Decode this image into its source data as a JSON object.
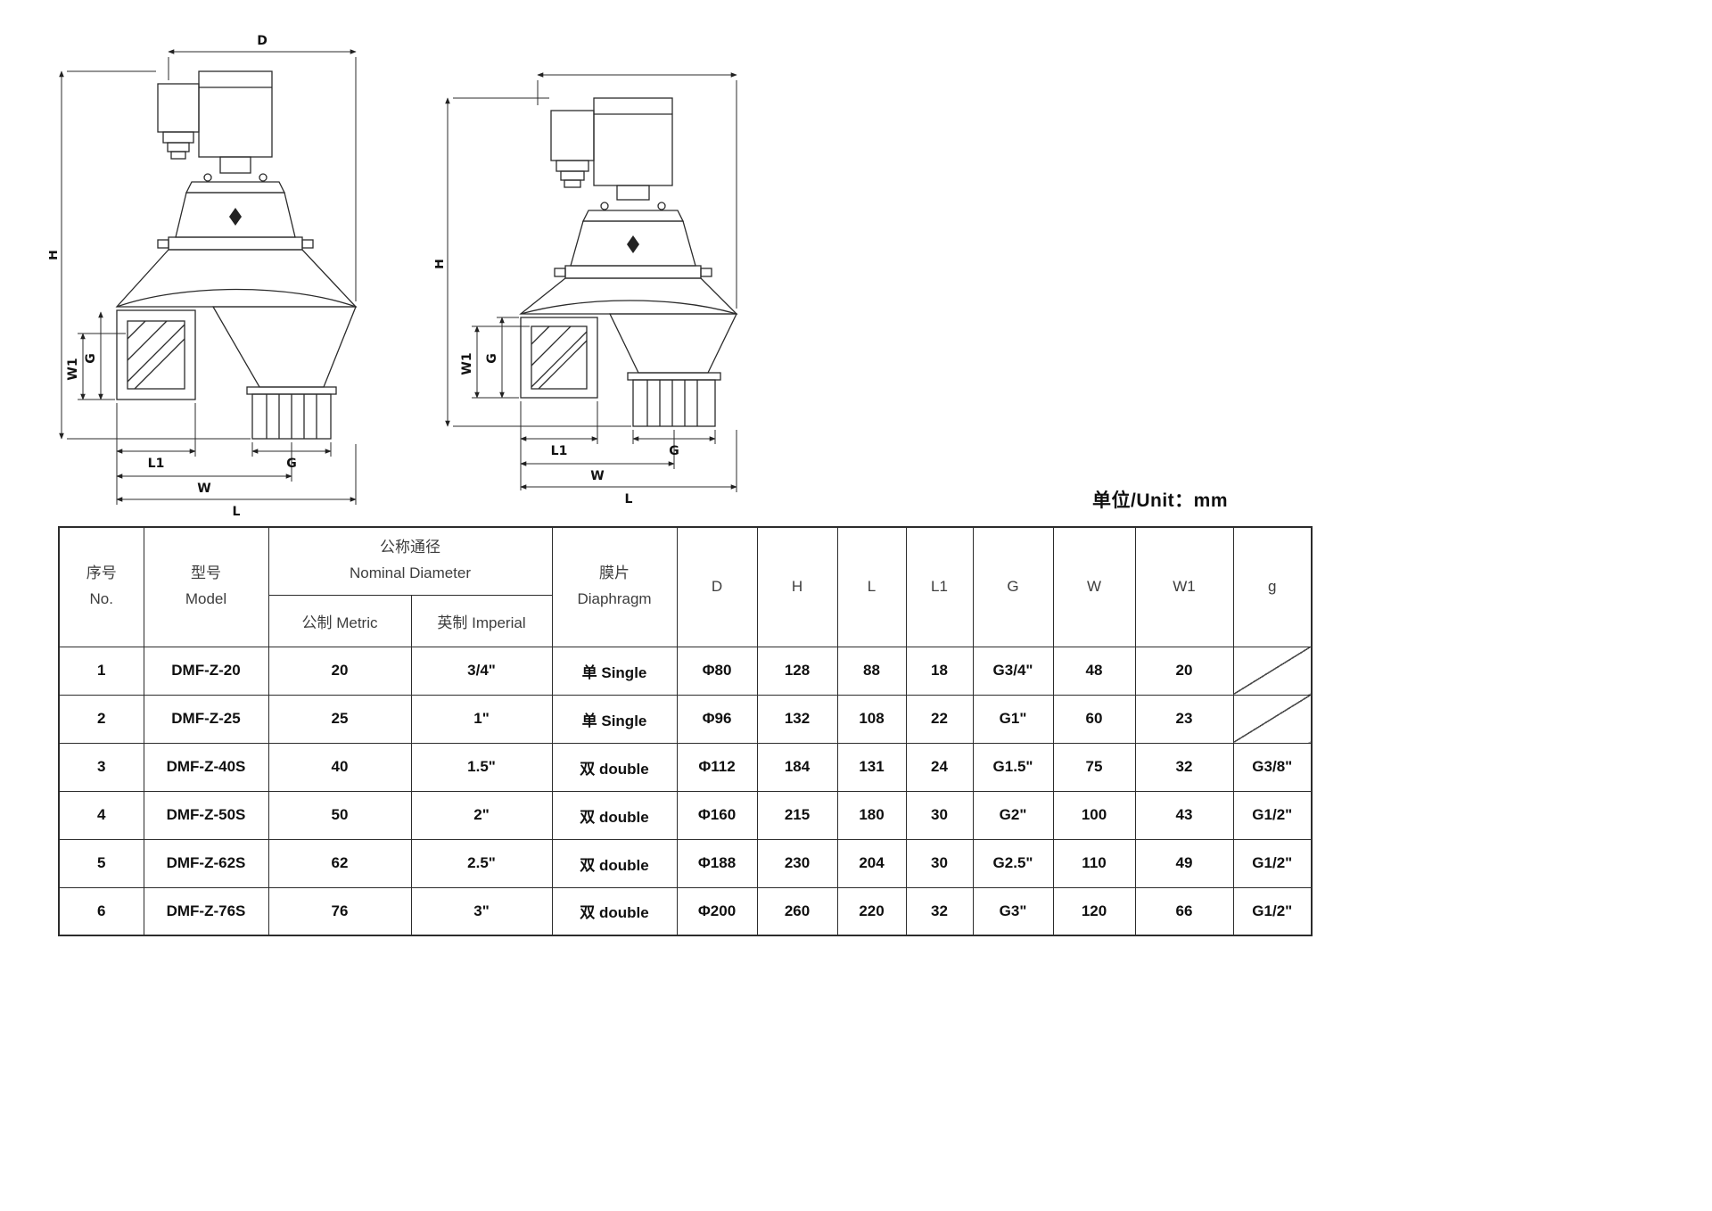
{
  "meta": {
    "unit_label": "单位/Unit：mm"
  },
  "drawings": {
    "left": {
      "d": "D",
      "h": "H",
      "g_side": "G",
      "w1_side": "W1",
      "l1": "L1",
      "g_bottom": "G",
      "w": "W",
      "l": "L"
    },
    "right": {
      "h": "H",
      "g_side": "G",
      "w1_side": "W1",
      "l1": "L1",
      "g_bottom": "G",
      "w": "W",
      "l": "L"
    }
  },
  "table": {
    "headers": {
      "no_zh": "序号",
      "no_en": "No.",
      "model_zh": "型号",
      "model_en": "Model",
      "nominal_zh": "公称通径",
      "nominal_en": "Nominal Diameter",
      "metric": "公制 Metric",
      "imperial": "英制 Imperial",
      "diaphragm_zh": "膜片",
      "diaphragm_en": "Diaphragm",
      "d": "D",
      "h": "H",
      "l": "L",
      "l1": "L1",
      "g": "G",
      "w": "W",
      "w1": "W1",
      "g_thread": "g"
    },
    "rows": [
      {
        "no": "1",
        "model": "DMF-Z-20",
        "metric": "20",
        "imperial": "3/4\"",
        "diaphragm": "单 Single",
        "d": "Φ80",
        "h": "128",
        "l": "88",
        "l1": "18",
        "g": "G3/4\"",
        "w": "48",
        "w1": "20",
        "g_thread": ""
      },
      {
        "no": "2",
        "model": "DMF-Z-25",
        "metric": "25",
        "imperial": "1\"",
        "diaphragm": "单 Single",
        "d": "Φ96",
        "h": "132",
        "l": "108",
        "l1": "22",
        "g": "G1\"",
        "w": "60",
        "w1": "23",
        "g_thread": ""
      },
      {
        "no": "3",
        "model": "DMF-Z-40S",
        "metric": "40",
        "imperial": "1.5\"",
        "diaphragm": "双 double",
        "d": "Φ112",
        "h": "184",
        "l": "131",
        "l1": "24",
        "g": "G1.5\"",
        "w": "75",
        "w1": "32",
        "g_thread": "G3/8\""
      },
      {
        "no": "4",
        "model": "DMF-Z-50S",
        "metric": "50",
        "imperial": "2\"",
        "diaphragm": "双 double",
        "d": "Φ160",
        "h": "215",
        "l": "180",
        "l1": "30",
        "g": "G2\"",
        "w": "100",
        "w1": "43",
        "g_thread": "G1/2\""
      },
      {
        "no": "5",
        "model": "DMF-Z-62S",
        "metric": "62",
        "imperial": "2.5\"",
        "diaphragm": "双 double",
        "d": "Φ188",
        "h": "230",
        "l": "204",
        "l1": "30",
        "g": "G2.5\"",
        "w": "110",
        "w1": "49",
        "g_thread": "G1/2\""
      },
      {
        "no": "6",
        "model": "DMF-Z-76S",
        "metric": "76",
        "imperial": "3\"",
        "diaphragm": "双 double",
        "d": "Φ200",
        "h": "260",
        "l": "220",
        "l1": "32",
        "g": "G3\"",
        "w": "120",
        "w1": "66",
        "g_thread": "G1/2\""
      }
    ]
  }
}
